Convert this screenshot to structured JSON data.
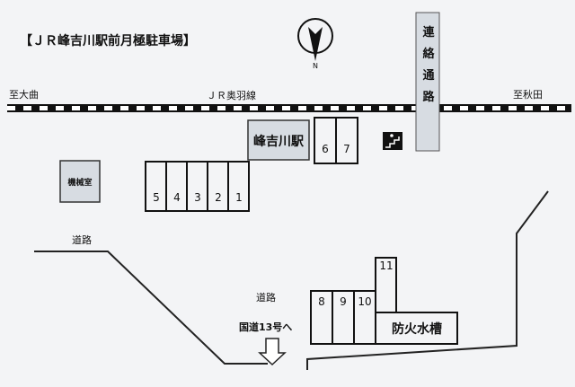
{
  "title": "【ＪＲ峰吉川駅前月極駐車場】",
  "compass": {
    "letter": "N"
  },
  "railway": {
    "line_name": "ＪＲ奥羽線",
    "to_west": "至大曲",
    "to_east": "至秋田"
  },
  "station": {
    "name": "峰吉川駅"
  },
  "passage": {
    "label": "連絡通路"
  },
  "machine_room": {
    "label": "機械室"
  },
  "roads": {
    "road_left": "道路",
    "road_center": "道路"
  },
  "direction": {
    "label": "国道13号へ"
  },
  "tank": {
    "label": "防火水槽"
  },
  "stalls": {
    "s1": "1",
    "s2": "2",
    "s3": "3",
    "s4": "4",
    "s5": "5",
    "s6": "6",
    "s7": "7",
    "s8": "8",
    "s9": "9",
    "s10": "10",
    "s11": "11"
  },
  "icons": {
    "stairs": "stairs-icon",
    "compass": "compass-icon",
    "arrow": "arrow-down-icon"
  }
}
